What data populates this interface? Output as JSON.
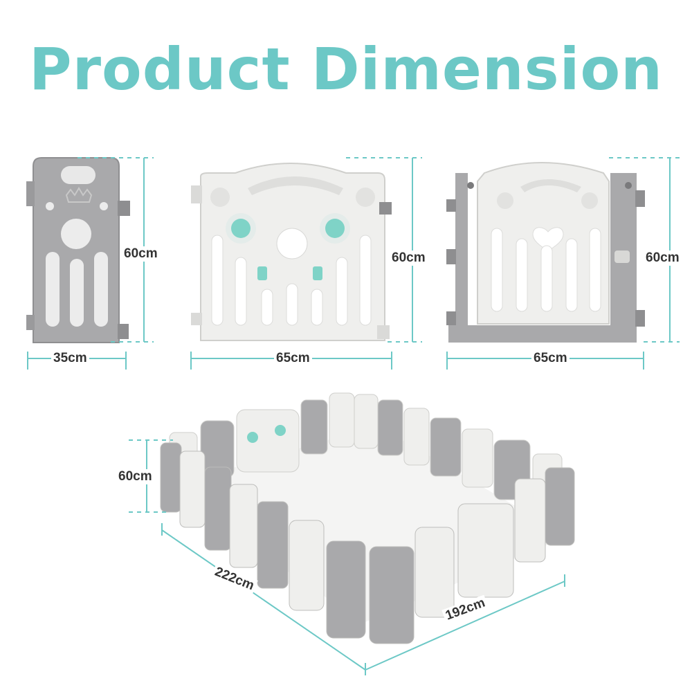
{
  "title": "Product Dimension",
  "colors": {
    "accent": "#6cc8c6",
    "panel_gray": "#a9a9ab",
    "panel_white": "#efefed",
    "toy_mint": "#7fd3c7"
  },
  "panels": [
    {
      "name": "narrow-panel",
      "width_label": "35cm",
      "height_label": "60cm"
    },
    {
      "name": "toy-panel",
      "width_label": "65cm",
      "height_label": "60cm"
    },
    {
      "name": "gate-panel",
      "width_label": "65cm",
      "height_label": "60cm"
    }
  ],
  "playpen": {
    "height_label": "60cm",
    "length_label": "222cm",
    "width_label": "192cm"
  }
}
